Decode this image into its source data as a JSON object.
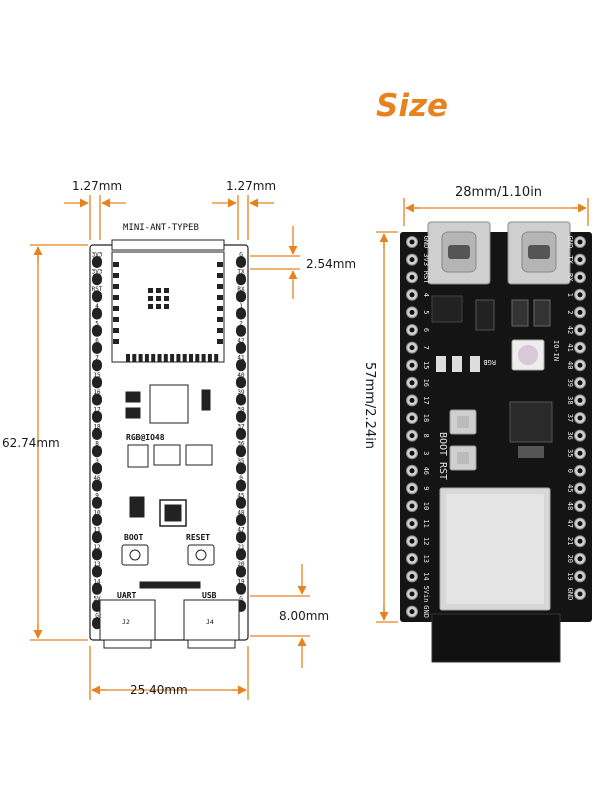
{
  "title": "Size",
  "colors": {
    "accent": "#e8821e",
    "board_dark": "#141414"
  },
  "left_board": {
    "model": "MINI-ANT-TYPEB",
    "chip_label": "RGB@IO48",
    "left_pins": [
      "3V3",
      "3V3",
      "RST",
      "4",
      "5",
      "6",
      "7",
      "15",
      "16",
      "17",
      "18",
      "8",
      "3",
      "46",
      "9",
      "10",
      "11",
      "12",
      "13",
      "14",
      "5V",
      "G"
    ],
    "right_pins": [
      "G",
      "TX",
      "RX",
      "1",
      "2",
      "42",
      "41",
      "40",
      "39",
      "38",
      "37",
      "36",
      "35",
      "0",
      "45",
      "48",
      "47",
      "21",
      "20",
      "19",
      "G"
    ],
    "buttons": [
      "BOOT",
      "RESET"
    ],
    "ports": [
      "UART",
      "USB"
    ],
    "connectors": [
      "J2",
      "J4"
    ],
    "dimensions": {
      "pin_margin_left": "1.27mm",
      "pin_margin_right": "1.27mm",
      "pin_pitch": "2.54mm",
      "length": "62.74mm",
      "width": "25.40mm",
      "usb_extent": "8.00mm"
    }
  },
  "right_board": {
    "width_label": "28mm/1.10in",
    "height_label": "57mm/2.24in",
    "left_pins": [
      "GND",
      "3V3",
      "RST",
      "4",
      "5",
      "6",
      "7",
      "15",
      "16",
      "17",
      "18",
      "8",
      "3",
      "46",
      "9",
      "10",
      "11",
      "12",
      "13",
      "14",
      "5Vin",
      "GND"
    ],
    "right_pins": [
      "GND",
      "TX",
      "RX",
      "1",
      "2",
      "42",
      "41",
      "40",
      "39",
      "38",
      "37",
      "36",
      "35",
      "0",
      "45",
      "48",
      "47",
      "21",
      "20",
      "19",
      "GND"
    ],
    "labels": {
      "boot": "BOOT",
      "rst": "RST",
      "rgb": "RGB",
      "io": "IO-IN"
    }
  }
}
